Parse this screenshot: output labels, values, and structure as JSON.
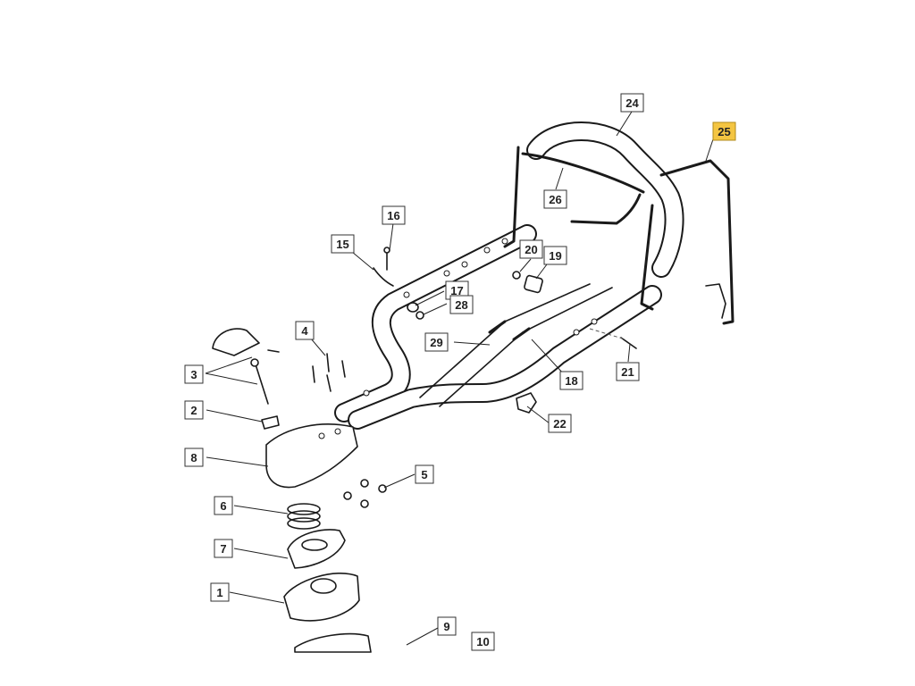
{
  "diagram": {
    "highlight_color": "#f4c542",
    "callouts": [
      {
        "id": "1",
        "text": "1",
        "highlighted": false
      },
      {
        "id": "2",
        "text": "2",
        "highlighted": false
      },
      {
        "id": "3",
        "text": "3",
        "highlighted": false
      },
      {
        "id": "4",
        "text": "4",
        "highlighted": false
      },
      {
        "id": "5",
        "text": "5",
        "highlighted": false
      },
      {
        "id": "6",
        "text": "6",
        "highlighted": false
      },
      {
        "id": "7",
        "text": "7",
        "highlighted": false
      },
      {
        "id": "8",
        "text": "8",
        "highlighted": false
      },
      {
        "id": "9",
        "text": "9",
        "highlighted": false
      },
      {
        "id": "10",
        "text": "10",
        "highlighted": false
      },
      {
        "id": "15",
        "text": "15",
        "highlighted": false
      },
      {
        "id": "16",
        "text": "16",
        "highlighted": false
      },
      {
        "id": "17",
        "text": "17",
        "highlighted": false
      },
      {
        "id": "18",
        "text": "18",
        "highlighted": false
      },
      {
        "id": "19",
        "text": "19",
        "highlighted": false
      },
      {
        "id": "20",
        "text": "20",
        "highlighted": false
      },
      {
        "id": "21",
        "text": "21",
        "highlighted": false
      },
      {
        "id": "22",
        "text": "22",
        "highlighted": false
      },
      {
        "id": "24",
        "text": "24",
        "highlighted": false
      },
      {
        "id": "25",
        "text": "25",
        "highlighted": true
      },
      {
        "id": "26",
        "text": "26",
        "highlighted": false
      },
      {
        "id": "28",
        "text": "28",
        "highlighted": false
      },
      {
        "id": "29",
        "text": "29",
        "highlighted": false
      }
    ]
  }
}
